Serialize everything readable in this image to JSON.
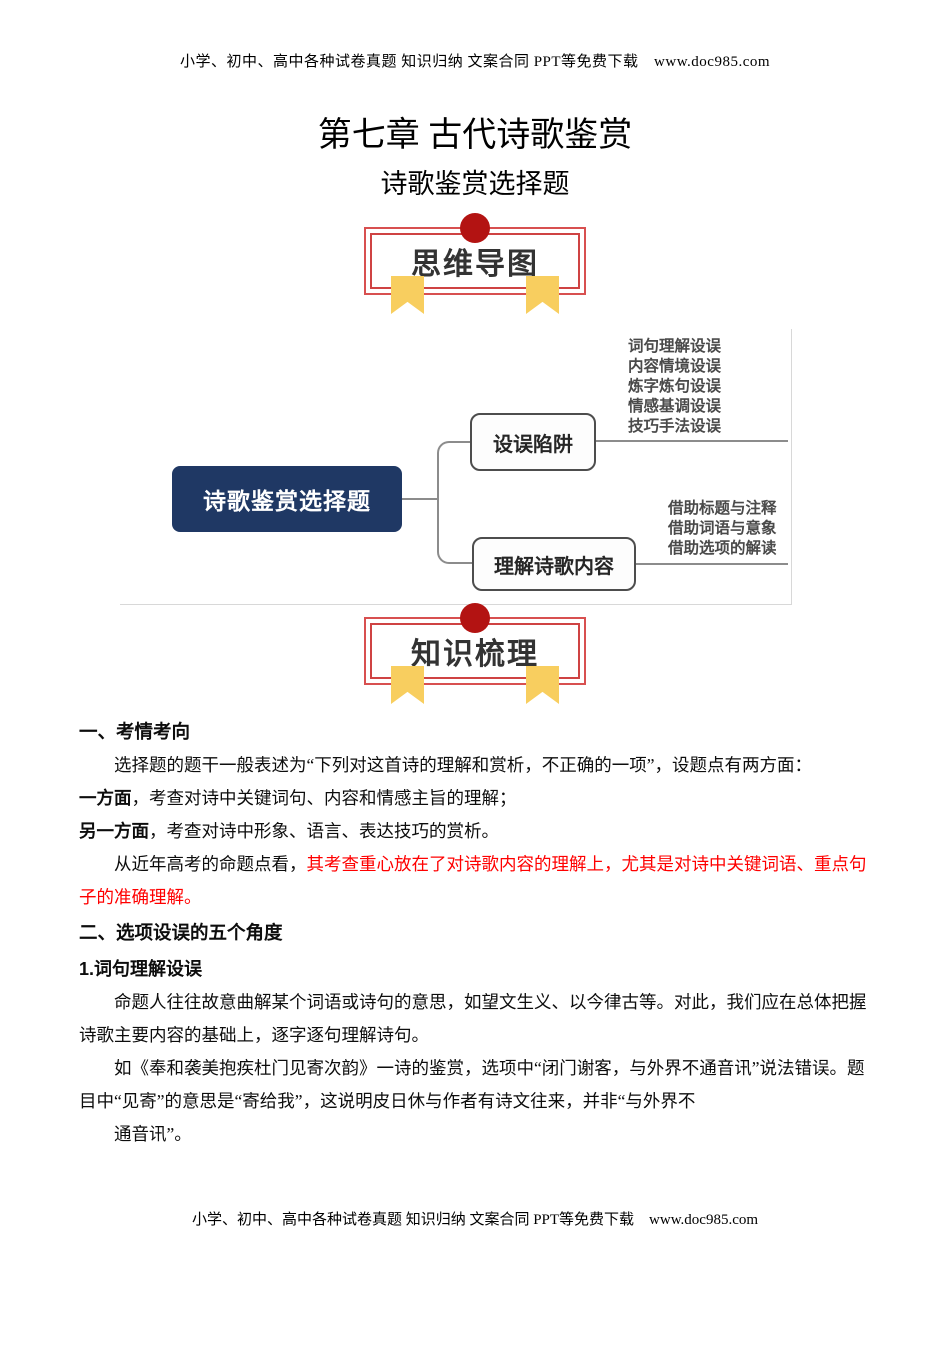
{
  "page": {
    "header": "小学、初中、高中各种试卷真题 知识归纳 文案合同 PPT等免费下载　www.doc985.com",
    "footer": "小学、初中、高中各种试卷真题 知识归纳 文案合同 PPT等免费下载　www.doc985.com",
    "title": "第七章 古代诗歌鉴赏",
    "subtitle": "诗歌鉴赏选择题"
  },
  "banners": {
    "mindmap": "思维导图",
    "knowledge": "知识梳理"
  },
  "mindmap": {
    "root": "诗歌鉴赏选择题",
    "branches": [
      {
        "label": "设误陷阱",
        "items": [
          "词句理解设误",
          "内容情境设误",
          "炼字炼句设误",
          "情感基调设误",
          "技巧手法设误"
        ]
      },
      {
        "label": "理解诗歌内容",
        "items": [
          "借助标题与注释",
          "借助词语与意象",
          "借助选项的解读"
        ]
      }
    ]
  },
  "sections": {
    "s1_heading": "一、考情考向",
    "s1_p1": "选择题的题干一般表述为“下列对这首诗的理解和赏析，不正确的一项”，设题点有两方面：",
    "s1_p2_lead": "一方面",
    "s1_p2_rest": "，考查对诗中关键词句、内容和情感主旨的理解；",
    "s1_p3_lead": "另一方面",
    "s1_p3_rest": "，考查对诗中形象、语言、表达技巧的赏析。",
    "s1_p4_black": "从近年高考的命题点看，",
    "s1_p4_red": "其考查重心放在了对诗歌内容的理解上，尤其是对诗中关键词语、重点句子的准确理解。",
    "s2_heading": "二、选项设误的五个角度",
    "s2_sub1": "1.词句理解设误",
    "s2_p1": "命题人往往故意曲解某个词语或诗句的意思，如望文生义、以今律古等。对此，我们应在总体把握诗歌主要内容的基础上，逐字逐句理解诗句。",
    "s2_p2": "如《奉和袭美抱疾杜门见寄次韵》一诗的鉴赏，选项中“闭门谢客，与外界不通音讯”说法错误。题目中“见寄”的意思是“寄给我”，这说明皮日休与作者有诗文往来，并非“与外界不",
    "s2_p3": "通音讯”。"
  },
  "colors": {
    "root_node_bg": "#1f3864",
    "banner_border_red": "#d85050",
    "banner_dot_red": "#b31312",
    "ribbon_yellow": "#f8ce5f",
    "emphasis_red": "#ff0000"
  }
}
